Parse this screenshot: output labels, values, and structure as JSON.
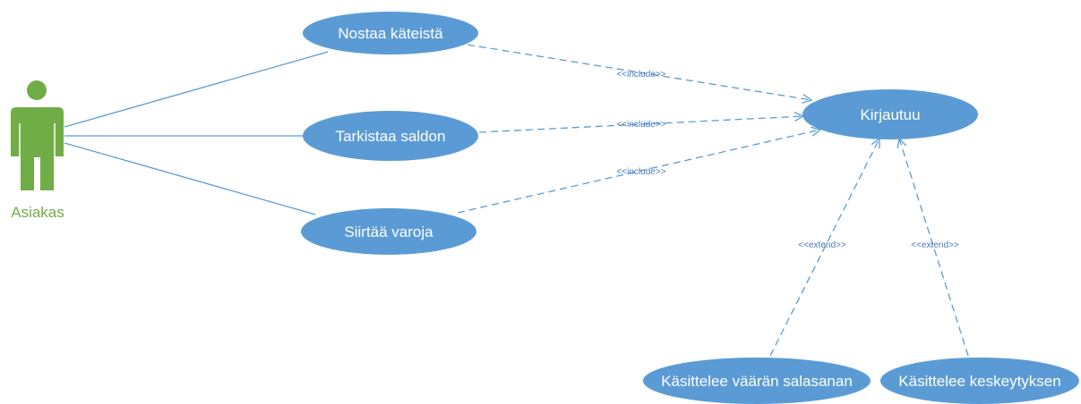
{
  "actor": {
    "name": "Asiakas",
    "color": "#70ad47"
  },
  "use_cases": {
    "withdraw": "Nostaa käteistä",
    "balance": "Tarkistaa saldon",
    "transfer": "Siirtää varoja",
    "login": "Kirjautuu",
    "wrong_password": "Käsittelee väärän salasanan",
    "interruption": "Käsittelee keskeytyksen"
  },
  "relations": {
    "include_1": "<<include>>",
    "include_2": "<<include>>",
    "include_3": "<<include>>",
    "extend_1": "<<extend>>",
    "extend_2": "<<extend>>"
  },
  "colors": {
    "use_case_fill": "#5b9bd5",
    "line": "#5b9bd5",
    "text": "#ffffff"
  }
}
